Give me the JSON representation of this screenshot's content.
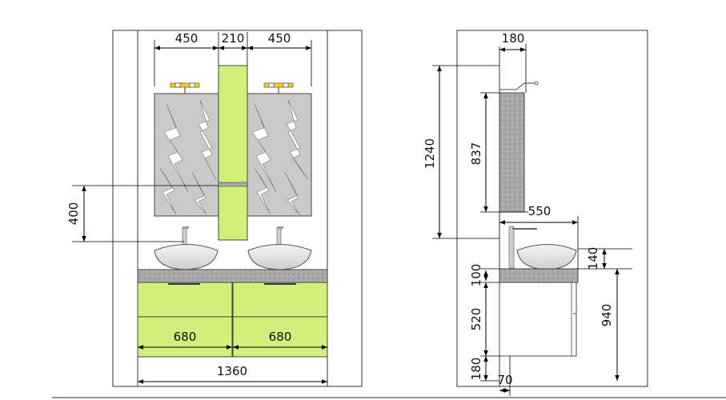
{
  "front_view": {
    "widths": {
      "mirror_left": "450",
      "column": "210",
      "mirror_right": "450",
      "cabinet_left": "680",
      "cabinet_right": "680",
      "total": "1360"
    },
    "heights": {
      "shelf_to_basin": "400"
    }
  },
  "side_view": {
    "depths": {
      "mirror": "180",
      "counter": "550",
      "toe": "70"
    },
    "heights": {
      "overall_mirror": "1240",
      "mirror_panel": "837",
      "basin_above_counter": "140",
      "counter_thickness": "100",
      "cabinet": "520",
      "plinth": "180",
      "counter_top": "940"
    }
  },
  "colors": {
    "cabinet_green": "#cff07a",
    "counter_gray": "#a9a9a9",
    "mirror_gray": "#c8c8c8",
    "wall_line": "#333333",
    "lamp_yellow": "#f4d11c"
  }
}
